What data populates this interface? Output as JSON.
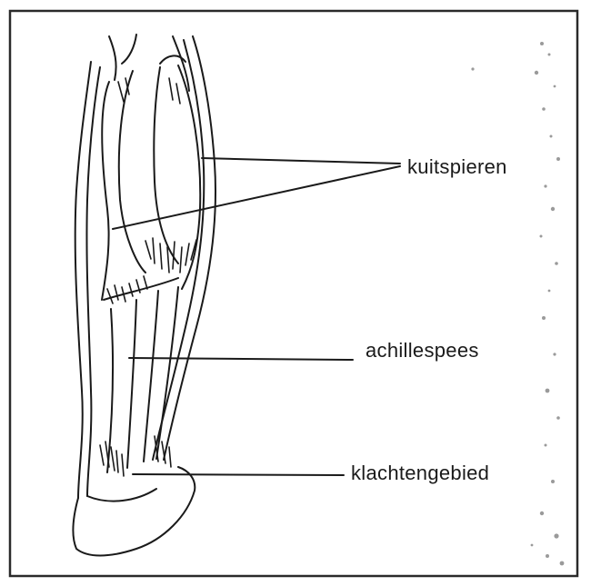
{
  "labels": {
    "calf_muscles": "kuitspieren",
    "achilles_tendon": "achillespees",
    "complaint_area": "klachtengebied"
  },
  "colors": {
    "ink": "#1a1a1a",
    "paper": "#ffffff",
    "speckle": "#9a9a9a"
  }
}
